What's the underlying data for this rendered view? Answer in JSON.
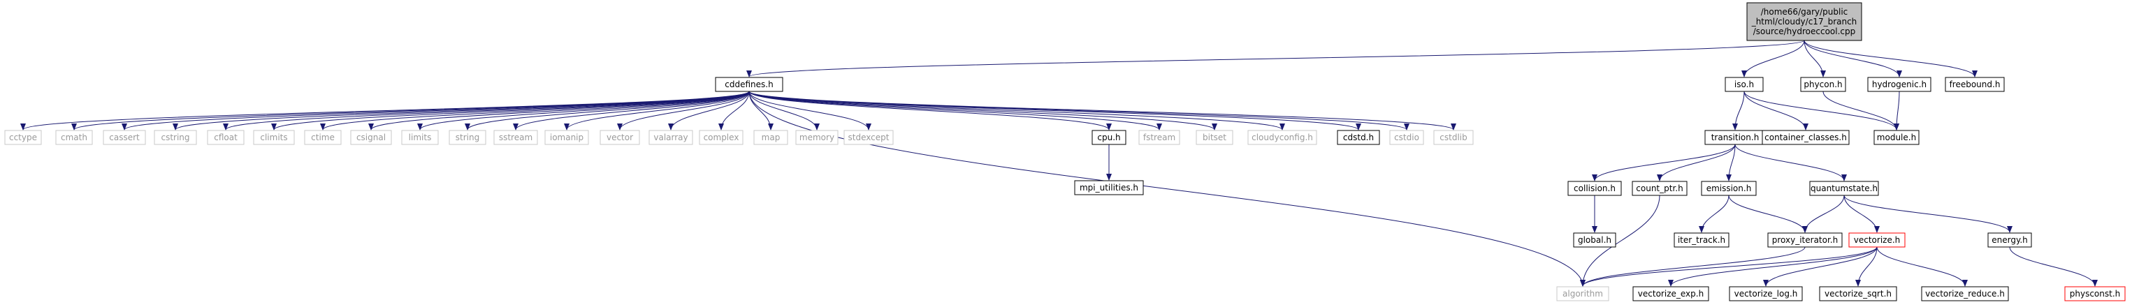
{
  "root": {
    "lines": [
      "/home66/gary/public",
      "_html/cloudy/c17_branch",
      "/source/hydroeccool.cpp"
    ]
  },
  "colors": {
    "edge": "#191970",
    "box_border": "#000000",
    "root_fill": "#bfbfbf",
    "external_border": "#c8c8c8",
    "truncated_border": "#ff0000"
  },
  "nodes": [
    {
      "id": "cddefines",
      "label": "cddefines.h",
      "kind": "local"
    },
    {
      "id": "iso",
      "label": "iso.h",
      "kind": "local"
    },
    {
      "id": "phycon",
      "label": "phycon.h",
      "kind": "local"
    },
    {
      "id": "hydrogenic",
      "label": "hydrogenic.h",
      "kind": "local"
    },
    {
      "id": "freebound",
      "label": "freebound.h",
      "kind": "local"
    },
    {
      "id": "cctype",
      "label": "cctype",
      "kind": "external"
    },
    {
      "id": "cmath",
      "label": "cmath",
      "kind": "external"
    },
    {
      "id": "cassert",
      "label": "cassert",
      "kind": "external"
    },
    {
      "id": "cstring",
      "label": "cstring",
      "kind": "external"
    },
    {
      "id": "cfloat",
      "label": "cfloat",
      "kind": "external"
    },
    {
      "id": "climits",
      "label": "climits",
      "kind": "external"
    },
    {
      "id": "ctime",
      "label": "ctime",
      "kind": "external"
    },
    {
      "id": "csignal",
      "label": "csignal",
      "kind": "external"
    },
    {
      "id": "limits",
      "label": "limits",
      "kind": "external"
    },
    {
      "id": "string",
      "label": "string",
      "kind": "external"
    },
    {
      "id": "sstream",
      "label": "sstream",
      "kind": "external"
    },
    {
      "id": "iomanip",
      "label": "iomanip",
      "kind": "external"
    },
    {
      "id": "vector",
      "label": "vector",
      "kind": "external"
    },
    {
      "id": "valarray",
      "label": "valarray",
      "kind": "external"
    },
    {
      "id": "complex",
      "label": "complex",
      "kind": "external"
    },
    {
      "id": "map",
      "label": "map",
      "kind": "external"
    },
    {
      "id": "memory",
      "label": "memory",
      "kind": "external"
    },
    {
      "id": "stdexcept",
      "label": "stdexcept",
      "kind": "external"
    },
    {
      "id": "cpu",
      "label": "cpu.h",
      "kind": "local"
    },
    {
      "id": "fstream",
      "label": "fstream",
      "kind": "external"
    },
    {
      "id": "bitset",
      "label": "bitset",
      "kind": "external"
    },
    {
      "id": "cloudyconfig",
      "label": "cloudyconfig.h",
      "kind": "external"
    },
    {
      "id": "cdstd",
      "label": "cdstd.h",
      "kind": "local"
    },
    {
      "id": "cstdio",
      "label": "cstdio",
      "kind": "external"
    },
    {
      "id": "cstdlib",
      "label": "cstdlib",
      "kind": "external"
    },
    {
      "id": "mpi_utilities",
      "label": "mpi_utilities.h",
      "kind": "local"
    },
    {
      "id": "algorithm",
      "label": "algorithm",
      "kind": "external"
    },
    {
      "id": "transition",
      "label": "transition.h",
      "kind": "local"
    },
    {
      "id": "container_classes",
      "label": "container_classes.h",
      "kind": "local"
    },
    {
      "id": "module",
      "label": "module.h",
      "kind": "local"
    },
    {
      "id": "collision",
      "label": "collision.h",
      "kind": "local"
    },
    {
      "id": "count_ptr",
      "label": "count_ptr.h",
      "kind": "local"
    },
    {
      "id": "emission",
      "label": "emission.h",
      "kind": "local"
    },
    {
      "id": "quantumstate",
      "label": "quantumstate.h",
      "kind": "local"
    },
    {
      "id": "global",
      "label": "global.h",
      "kind": "local"
    },
    {
      "id": "iter_track",
      "label": "iter_track.h",
      "kind": "local"
    },
    {
      "id": "proxy_iterator",
      "label": "proxy_iterator.h",
      "kind": "local"
    },
    {
      "id": "vectorize",
      "label": "vectorize.h",
      "kind": "truncated"
    },
    {
      "id": "energy",
      "label": "energy.h",
      "kind": "local"
    },
    {
      "id": "vectorize_exp",
      "label": "vectorize_exp.h",
      "kind": "local"
    },
    {
      "id": "vectorize_log",
      "label": "vectorize_log.h",
      "kind": "local"
    },
    {
      "id": "vectorize_sqrt",
      "label": "vectorize_sqrt.h",
      "kind": "local"
    },
    {
      "id": "vectorize_reduce",
      "label": "vectorize_reduce.h",
      "kind": "local"
    },
    {
      "id": "physconst",
      "label": "physconst.h",
      "kind": "truncated"
    }
  ],
  "edges": [
    [
      "root",
      "cddefines"
    ],
    [
      "root",
      "iso"
    ],
    [
      "root",
      "phycon"
    ],
    [
      "root",
      "hydrogenic"
    ],
    [
      "root",
      "freebound"
    ],
    [
      "cddefines",
      "cctype"
    ],
    [
      "cddefines",
      "cmath"
    ],
    [
      "cddefines",
      "cassert"
    ],
    [
      "cddefines",
      "cstring"
    ],
    [
      "cddefines",
      "cfloat"
    ],
    [
      "cddefines",
      "climits"
    ],
    [
      "cddefines",
      "ctime"
    ],
    [
      "cddefines",
      "csignal"
    ],
    [
      "cddefines",
      "limits"
    ],
    [
      "cddefines",
      "string"
    ],
    [
      "cddefines",
      "sstream"
    ],
    [
      "cddefines",
      "iomanip"
    ],
    [
      "cddefines",
      "vector"
    ],
    [
      "cddefines",
      "valarray"
    ],
    [
      "cddefines",
      "complex"
    ],
    [
      "cddefines",
      "map"
    ],
    [
      "cddefines",
      "memory"
    ],
    [
      "cddefines",
      "stdexcept"
    ],
    [
      "cddefines",
      "cpu"
    ],
    [
      "cddefines",
      "fstream"
    ],
    [
      "cddefines",
      "bitset"
    ],
    [
      "cddefines",
      "cloudyconfig"
    ],
    [
      "cddefines",
      "cdstd"
    ],
    [
      "cddefines",
      "cstdio"
    ],
    [
      "cddefines",
      "cstdlib"
    ],
    [
      "cddefines",
      "algorithm"
    ],
    [
      "cpu",
      "mpi_utilities"
    ],
    [
      "iso",
      "transition"
    ],
    [
      "iso",
      "container_classes"
    ],
    [
      "iso",
      "module"
    ],
    [
      "phycon",
      "module"
    ],
    [
      "hydrogenic",
      "module"
    ],
    [
      "transition",
      "collision"
    ],
    [
      "transition",
      "count_ptr"
    ],
    [
      "transition",
      "emission"
    ],
    [
      "transition",
      "quantumstate"
    ],
    [
      "collision",
      "global"
    ],
    [
      "count_ptr",
      "algorithm"
    ],
    [
      "emission",
      "iter_track"
    ],
    [
      "emission",
      "proxy_iterator"
    ],
    [
      "quantumstate",
      "proxy_iterator"
    ],
    [
      "quantumstate",
      "vectorize"
    ],
    [
      "quantumstate",
      "energy"
    ],
    [
      "proxy_iterator",
      "algorithm"
    ],
    [
      "vectorize",
      "algorithm"
    ],
    [
      "vectorize",
      "vectorize_exp"
    ],
    [
      "vectorize",
      "vectorize_log"
    ],
    [
      "vectorize",
      "vectorize_sqrt"
    ],
    [
      "vectorize",
      "vectorize_reduce"
    ],
    [
      "energy",
      "physconst"
    ]
  ]
}
